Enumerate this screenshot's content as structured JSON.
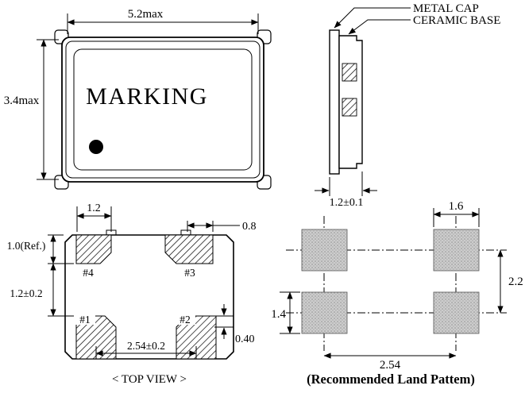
{
  "package_top": {
    "marking": "MARKING",
    "dim_width": "5.2max",
    "dim_height": "3.4max"
  },
  "side_view": {
    "metal_cap": "METAL CAP",
    "ceramic_base": "CERAMIC BASE",
    "dim_thickness": "1.2±0.1"
  },
  "top_view": {
    "caption": "< TOP VIEW >",
    "pads": [
      "#1",
      "#2",
      "#3",
      "#4"
    ],
    "dim_pad_width_left": "1.2",
    "dim_pad_width_right": "0.8",
    "dim_pad_height": "1.0(Ref.)",
    "dim_pad_gap": "1.2±0.2",
    "dim_pad_pitch": "2.54±0.2",
    "dim_corner": "0.40"
  },
  "land_pattern": {
    "caption": "(Recommended Land Pattem)",
    "dim_pad_width": "1.6",
    "dim_row_pitch": "2.2",
    "dim_pad_height": "1.4",
    "dim_col_pitch": "2.54"
  }
}
